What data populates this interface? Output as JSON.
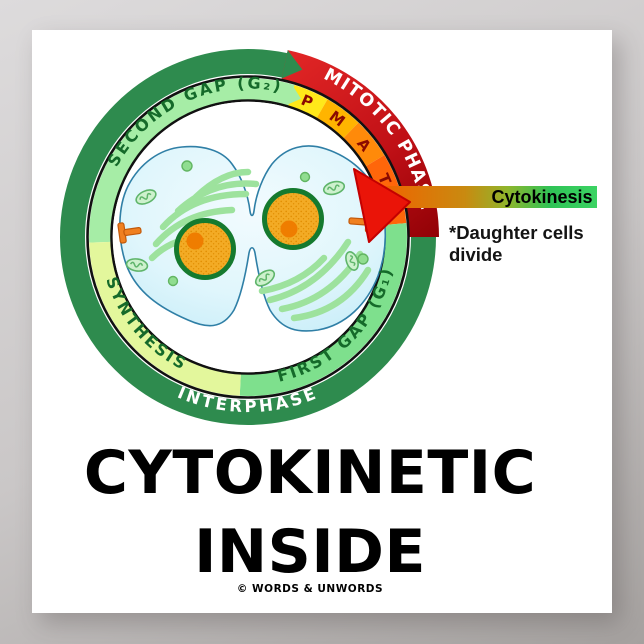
{
  "poster": {
    "title_line1": "CYTOKINETIC",
    "title_line2": "INSIDE",
    "credit": "© WORDS & UNWORDS"
  },
  "diagram": {
    "outer": {
      "interphase": "INTERPHASE",
      "mitotic_phase": "MITOTIC PHASE"
    },
    "phases": {
      "second_gap": "SECOND GAP (G₂)",
      "synthesis": "SYNTHESIS",
      "first_gap": "FIRST GAP (G₁)"
    },
    "mitotic_letters": [
      "P",
      "M",
      "A",
      "T"
    ],
    "callout": {
      "label": "Cytokinesis",
      "note1": "*Daughter cells",
      "note2": "divide"
    },
    "colors": {
      "background_top": "#dddbdc",
      "background_bottom": "#a5a19f",
      "poster": "#ffffff",
      "outer_ring_green": "#2e8b4e",
      "mitotic_red_bright": "#e02525",
      "mitotic_red_dark": "#8e0005",
      "second_gap_band": "#a6eda6",
      "synthesis_band": "#e3f79c",
      "first_gap_band": "#7ee08d",
      "prophase_yellow": "#ffe81a",
      "metaphase_orange": "#ffb400",
      "anaphase_orange": "#ff8a0a",
      "telophase_orange": "#ff660a",
      "phase_letter_red": "#8b0a00",
      "ring_text_green": "#156a2a",
      "cell_fill": "#d9f3fb",
      "cell_stroke": "#2f7fa6",
      "nucleus_orange": "#f3ab25",
      "nucleolus_orange": "#ef7d00",
      "nucleus_ring_green": "#157a2e",
      "organelle_green": "#9de29d",
      "centriole_orange": "#f08020",
      "arrow_red": "#ea1408",
      "bar_orange": "#ef6400",
      "bar_green": "#2fc356",
      "text_black": "#000000"
    }
  }
}
